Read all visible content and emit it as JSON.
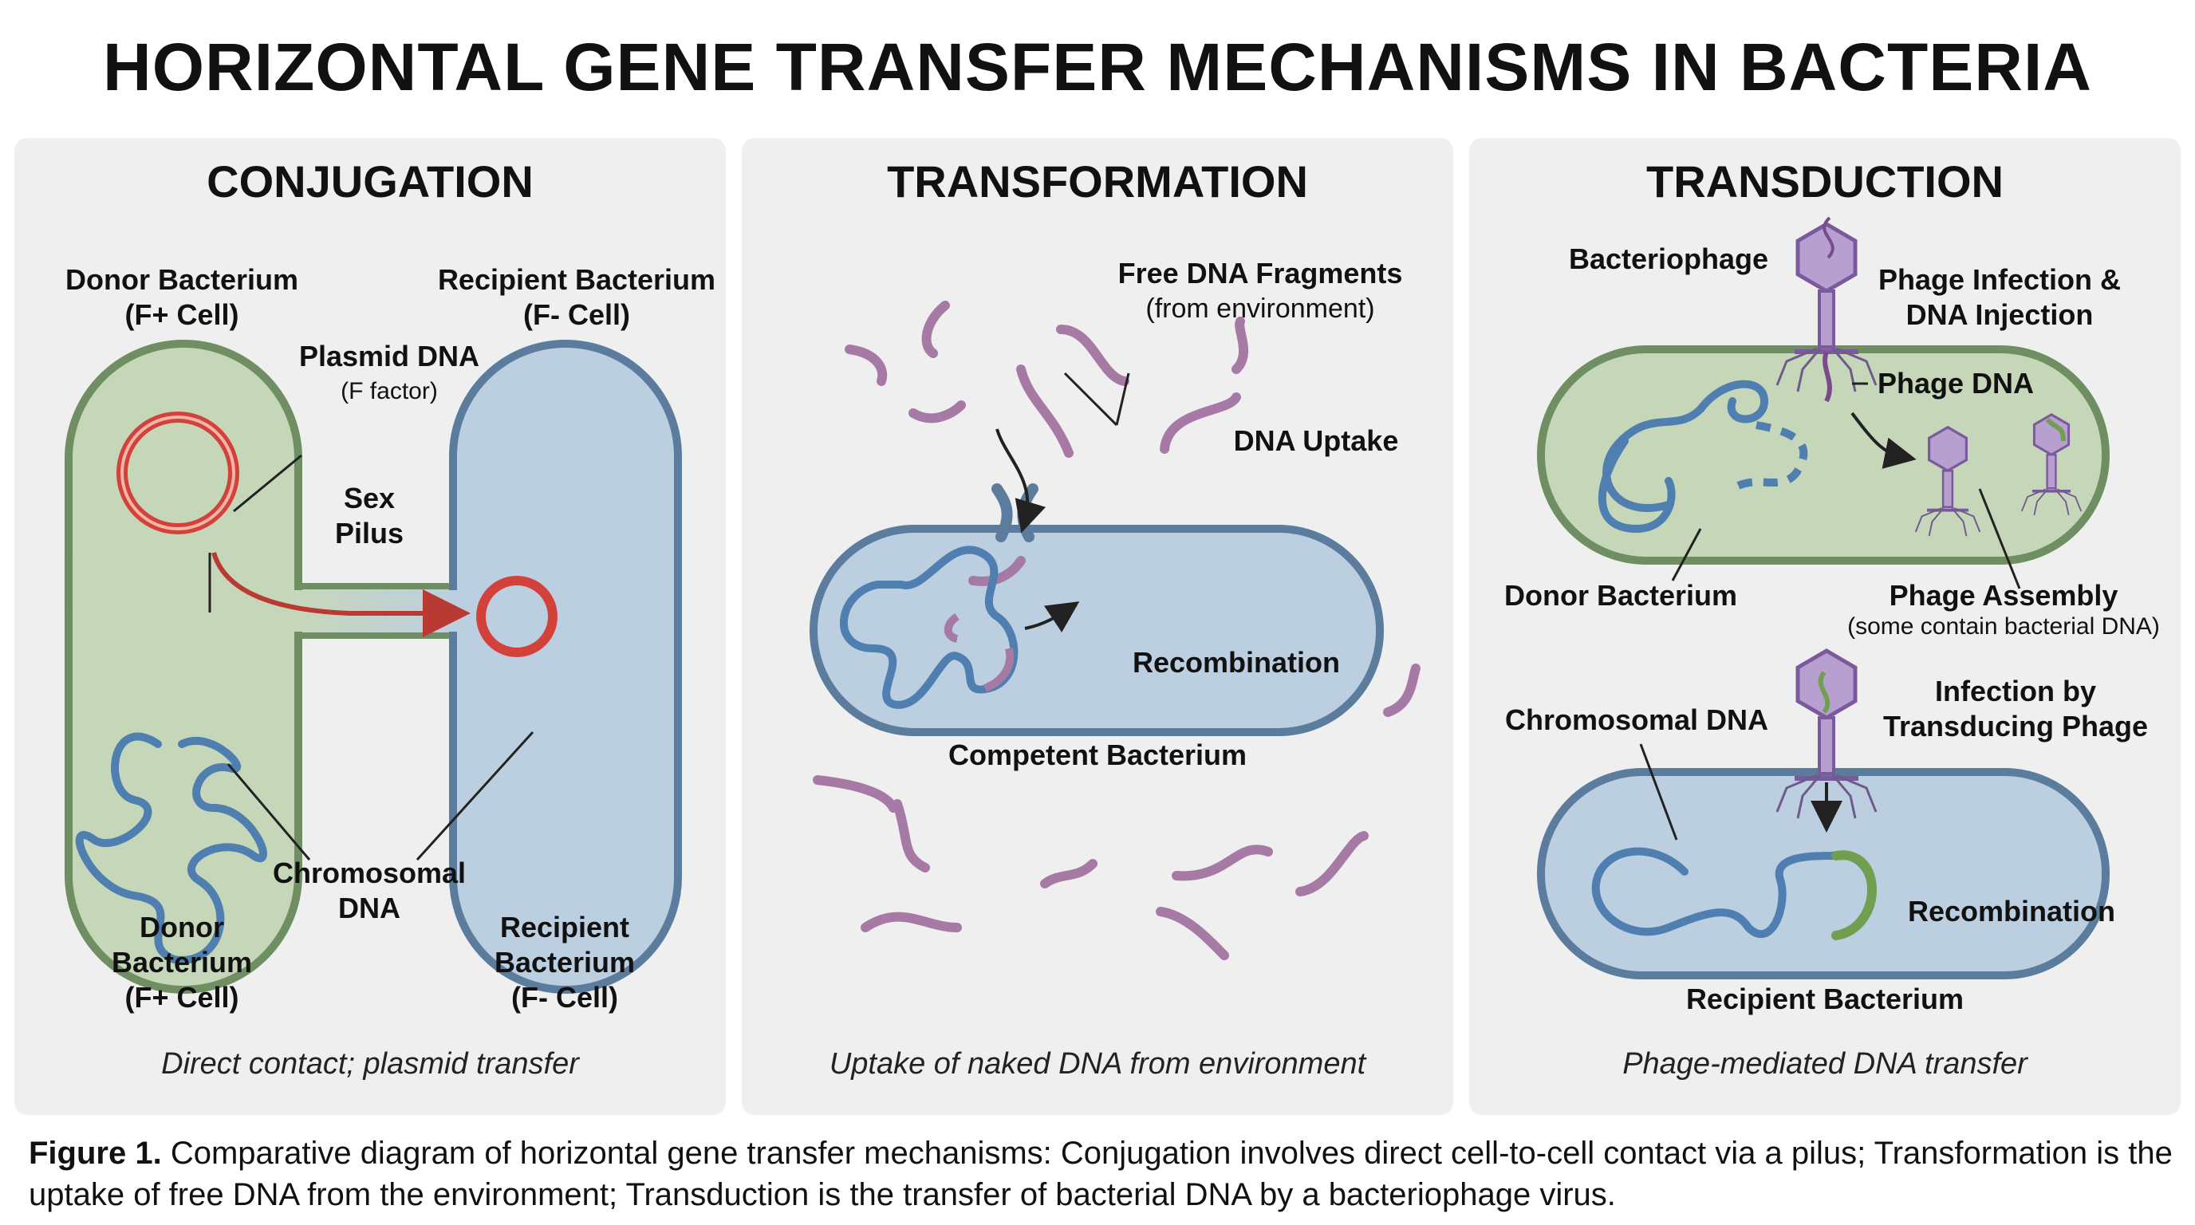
{
  "title": "HORIZONTAL GENE TRANSFER MECHANISMS IN BACTERIA",
  "panels": {
    "conjugation": {
      "title": "CONJUGATION",
      "donor_top": [
        "Donor Bacterium",
        "(F+ Cell)"
      ],
      "recipient_top": [
        "Recipient Bacterium",
        "(F- Cell)"
      ],
      "plasmid": [
        "Plasmid DNA",
        "(F factor)"
      ],
      "pilus": [
        "Sex",
        "Pilus"
      ],
      "chromosomal": [
        "Chromosomal",
        "DNA"
      ],
      "donor_bottom": [
        "Donor",
        "Bacterium",
        "(F+ Cell)"
      ],
      "recipient_bottom": [
        "Recipient",
        "Bacterium",
        "(F- Cell)"
      ],
      "caption": "Direct contact; plasmid transfer"
    },
    "transformation": {
      "title": "TRANSFORMATION",
      "fragments": [
        "Free DNA Fragments",
        "(from environment)"
      ],
      "uptake": "DNA Uptake",
      "recombination": "Recombination",
      "cell": "Competent Bacterium",
      "caption": "Uptake of naked DNA from environment"
    },
    "transduction": {
      "title": "TRANSDUCTION",
      "phage": "Bacteriophage",
      "infection": [
        "Phage Infection &",
        "DNA Injection"
      ],
      "phage_dna": "Phage DNA",
      "donor": "Donor Bacterium",
      "assembly": [
        "Phage Assembly",
        "(some contain bacterial DNA)"
      ],
      "chromosomal": "Chromosomal DNA",
      "infection2": [
        "Infection by",
        "Transducing Phage"
      ],
      "recombination": "Recombination",
      "recipient": "Recipient Bacterium",
      "caption": "Phage-mediated DNA transfer"
    }
  },
  "figure_caption": {
    "label": "Figure 1.",
    "text": " Comparative diagram of horizontal gene transfer mechanisms: Conjugation involves direct cell-to-cell contact via a pilus; Transformation is the uptake of free DNA from the environment; Transduction is the transfer of bacterial DNA by a bacteriophage virus."
  },
  "colors": {
    "donor_fill": "#c6d7b9",
    "donor_stroke": "#6f8f63",
    "recipient_fill": "#bccfe0",
    "recipient_stroke": "#5b7c9c",
    "chromosome": "#4f7fb0",
    "plasmid": "#d2423a",
    "dna_fragment": "#a77aa6",
    "phage": "#9070b0",
    "arrow": "#b83a33"
  },
  "icons": [
    "phage-icon",
    "arrow-icon"
  ]
}
